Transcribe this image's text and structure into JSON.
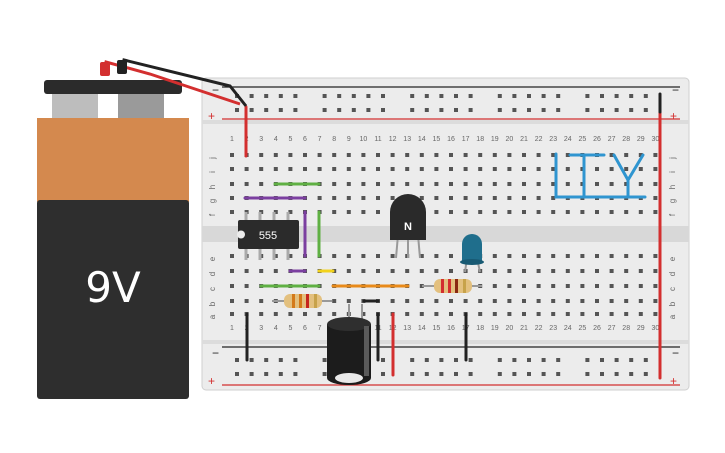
{
  "battery": {
    "label": "9V",
    "body_color": "#2e2e2e",
    "cap_color": "#d4894e"
  },
  "breadboard": {
    "body_color": "#e9e9e9",
    "rail_plus": "+",
    "rail_minus": "−",
    "row_letters_top": [
      "j",
      "i",
      "h",
      "g",
      "f"
    ],
    "row_letters_bottom": [
      "e",
      "d",
      "c",
      "b",
      "a"
    ],
    "column_numbers": [
      "1",
      "2",
      "3",
      "4",
      "5",
      "6",
      "7",
      "8",
      "9",
      "10",
      "11",
      "12",
      "13",
      "14",
      "15",
      "16",
      "17",
      "18",
      "19",
      "20",
      "21",
      "22",
      "23",
      "24",
      "25",
      "26",
      "27",
      "28",
      "29",
      "30"
    ],
    "positive_color": "#d32f2f",
    "negative_color": "#222222"
  },
  "components": {
    "ic_label": "555",
    "transistor_label": "N",
    "led_color": "#1f6e8c",
    "capacitor_color": "#1c1c1c",
    "wire_colors": {
      "purple": "#7b3fa0",
      "green": "#5fb043",
      "yellow": "#f2d21b",
      "orange": "#e88a1a",
      "blue": "#2f95d0"
    }
  }
}
